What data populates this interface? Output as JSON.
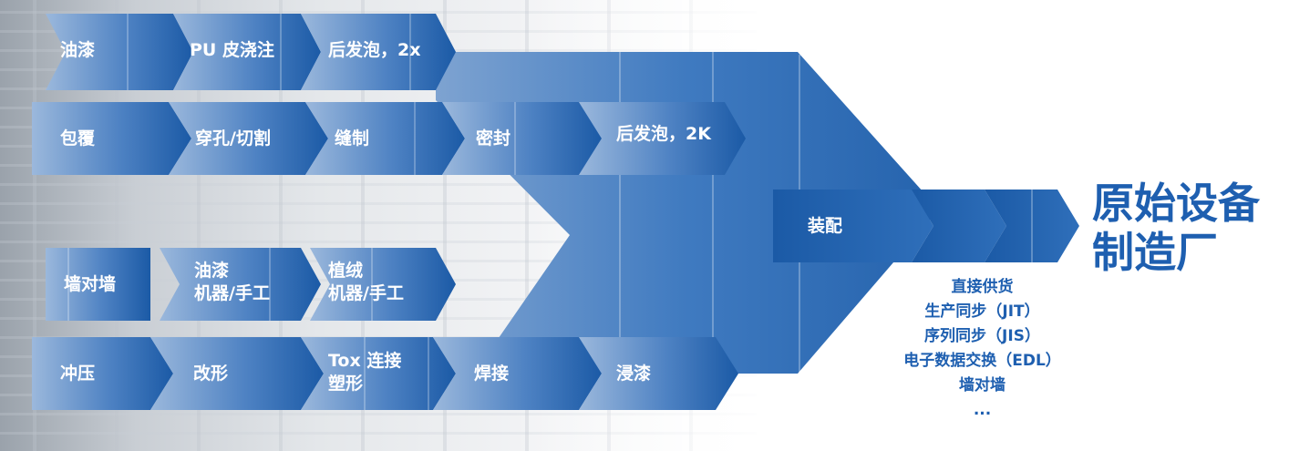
{
  "colors": {
    "arrow_dark": "#1b5aa6",
    "arrow_light": "#8fb0d8",
    "funnel": "#3f7ac0",
    "title": "#1e5fb0"
  },
  "rows": {
    "row1": [
      "油漆",
      "PU 皮浇注",
      "后发泡，2x"
    ],
    "row2": [
      "包覆",
      "穿孔/切割",
      "缝制",
      "密封",
      "后发泡，2K"
    ],
    "row3": [
      "墙对墙",
      "油漆\n机器/手工",
      "植绒\n机器/手工"
    ],
    "row4": [
      "冲压",
      "改形",
      "Tox 连接\n塑形",
      "焊接",
      "浸漆"
    ]
  },
  "assembly": "装配",
  "oem_title": "原始设备\n制造厂",
  "delivery": [
    "直接供货",
    "生产同步（JIT）",
    "序列同步（JIS）",
    "电子数据交换（EDL）",
    "墙对墙",
    "..."
  ]
}
